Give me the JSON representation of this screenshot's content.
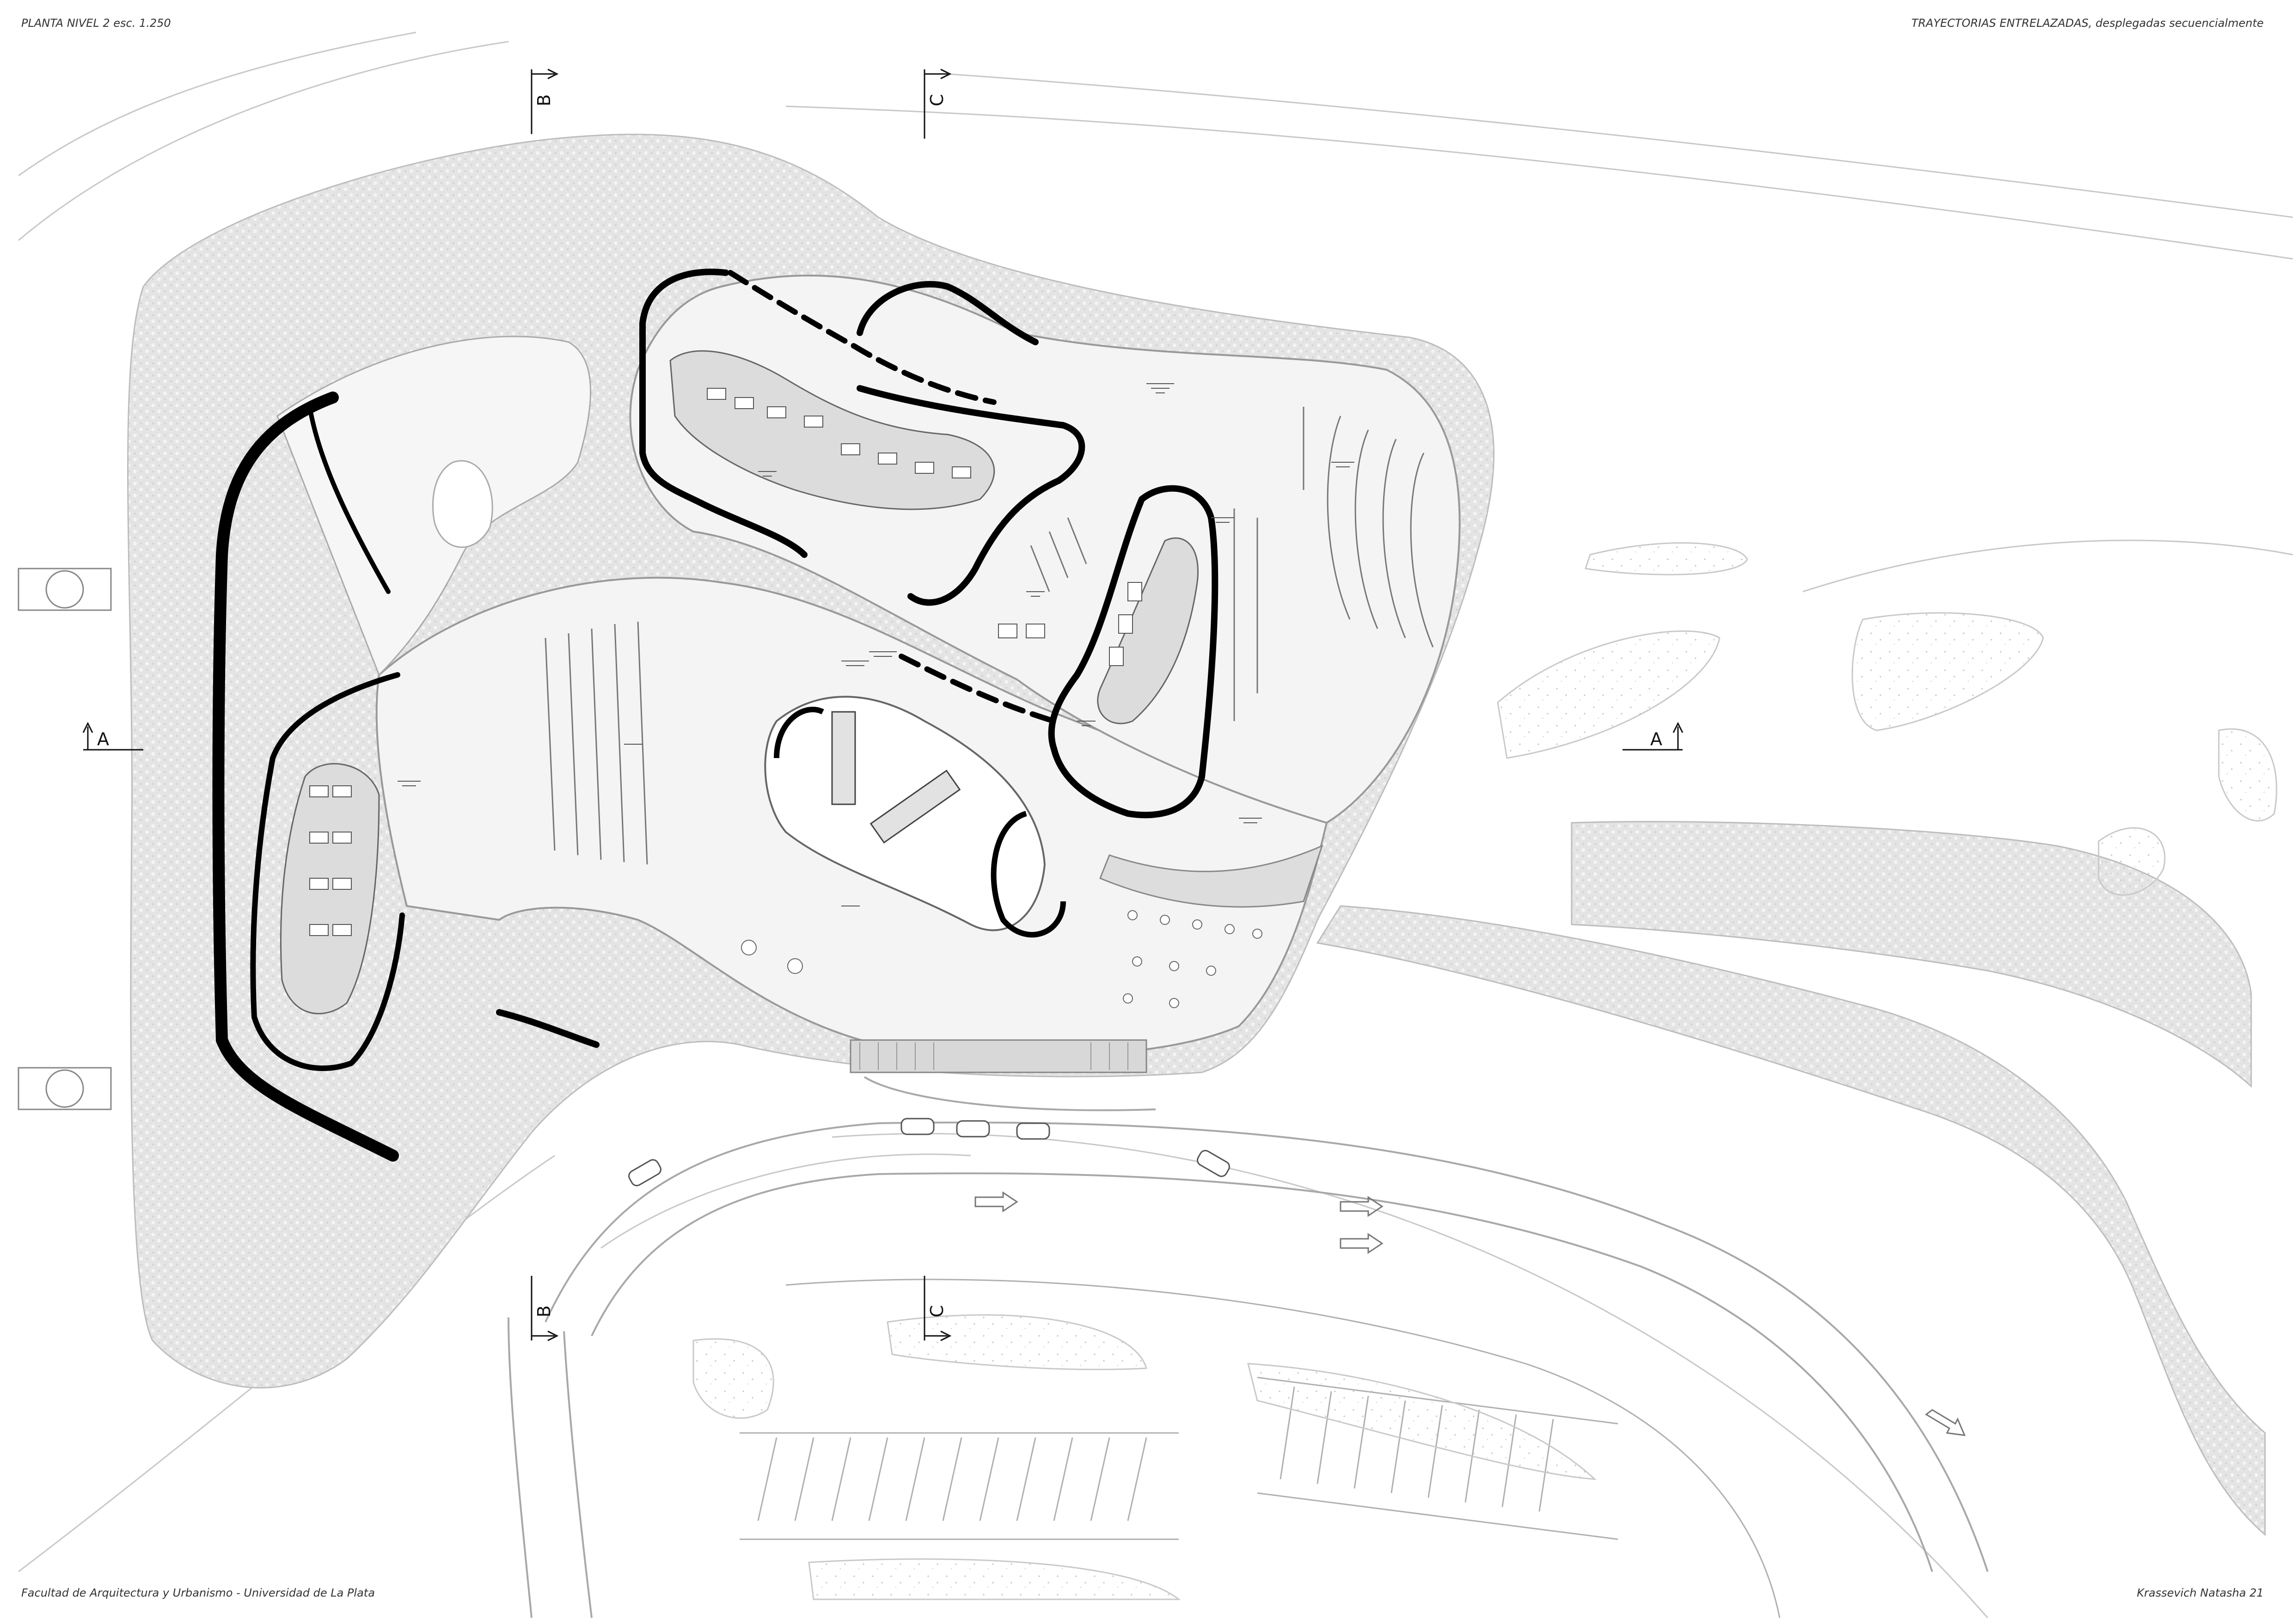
{
  "header": {
    "plan_title": "PLANTA NIVEL 2 esc. 1.250",
    "concept": "TRAYECTORIAS ENTRELAZADAS, desplegadas secuencialmente"
  },
  "footer": {
    "institution": "Facultad de Arquitectura y Urbanismo - Universidad de La Plata",
    "author": "Krassevich Natasha 21"
  },
  "section_marks": {
    "a_left": "A",
    "a_right": "A",
    "b_top": "B",
    "b_bottom": "B",
    "c_top": "C",
    "c_bottom": "C"
  },
  "colors": {
    "paper": "#ffffff",
    "landscape_hatch": "#e6e6e6",
    "floor_fill": "#f1f1f1",
    "module_fill": "#dcdcdc",
    "wall": "#000000",
    "thin_line": "#9a9a9a"
  }
}
